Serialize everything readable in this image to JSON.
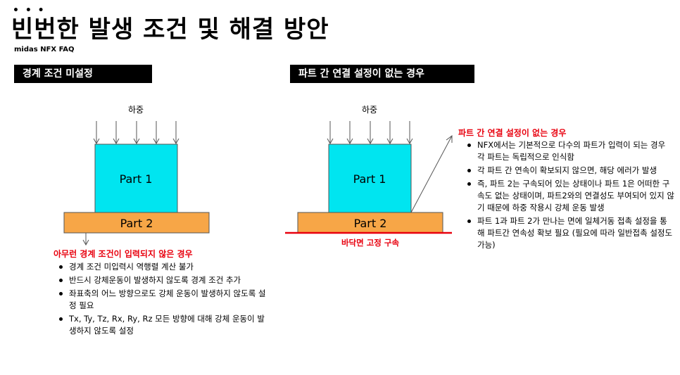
{
  "header": {
    "dots": "• • •",
    "title": "빈번한 발생 조건 및 해결 방안",
    "subtitle": "midas NFX FAQ"
  },
  "colors": {
    "part1_fill": "#00e5f0",
    "part2_fill": "#f7a647",
    "accent_red": "#e8000e"
  },
  "left": {
    "section_title": "경계 조건 미설정",
    "load_label": "하중",
    "part1_label": "Part 1",
    "part2_label": "Part 2",
    "red_heading": "아무런 경계 조건이 입력되지 않은 경우",
    "bullets": [
      "경계 조건 미입력시 역행렬 계산 불가",
      "반드시 강체운동이 발생하지 않도록 경계 조건 추가",
      "좌표축의 어느 방향으로도 강체 운동이 발생하지 않도록 설정 필요",
      "Tx, Ty, Tz, Rx, Ry, Rz 모든 방향에 대해 강체 운동이 발생하지 않도록 설정"
    ]
  },
  "right": {
    "section_title": "파트 간 연결 설정이 없는 경우",
    "load_label": "하중",
    "part1_label": "Part 1",
    "part2_label": "Part 2",
    "fixed_label": "바닥면 고정 구속",
    "red_heading": "파트 간 연결 설정이 없는 경우",
    "bullets": [
      "NFX에서는 기본적으로 다수의 파트가 입력이 되는 경우 각 파트는 독립적으로 인식함",
      "각 파트 간 연속이 확보되지 않으면, 해당 에러가 발생",
      "즉, 파트 2는 구속되어 있는 상태이나 파트 1은 어떠한 구속도 없는 상태이며, 파트2와의 연결성도 부여되어 있지 않기 때문에 하중 작용시 강체 운동 발생",
      "파트 1과 파트 2가 만나는 면에 일체거동 접촉 설정을 통해 파트간 연속성 확보 필요 (필요에 따라 일반접촉 설정도 가능)"
    ]
  }
}
